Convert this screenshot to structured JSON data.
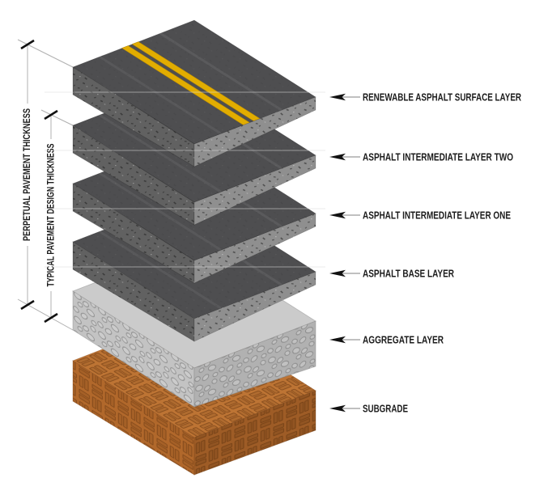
{
  "diagram": {
    "dimension_annotations": [
      {
        "label": "PERPETUAL PAVEMENT THICKNESS"
      },
      {
        "label": "TYPICAL PAVEMENT DESIGN THICKNESS"
      }
    ],
    "layer_labels": [
      {
        "text": "RENEWABLE ASPHALT SURFACE LAYER"
      },
      {
        "text": "ASPHALT INTERMEDIATE LAYER TWO"
      },
      {
        "text": "ASPHALT INTERMEDIATE LAYER ONE"
      },
      {
        "text": "ASPHALT BASE LAYER"
      },
      {
        "text": "AGGREGATE LAYER"
      },
      {
        "text": "SUBGRADE"
      }
    ],
    "colors": {
      "asphalt_top": "#4e4e50",
      "asphalt_side_left": "#616161",
      "asphalt_side_right": "#8f8f8f",
      "aggregate_top": "#cbcbcb",
      "aggregate_side_left": "#c3c3c3",
      "aggregate_side_right": "#b1b1b1",
      "subgrade_top": "#bd7434",
      "subgrade_side_left": "#b1682b",
      "subgrade_side_right": "#9e5c26",
      "road_stripe": "#e2ad00",
      "leader_line": "#b0b0b0",
      "label_text": "#1c1c1c"
    }
  }
}
